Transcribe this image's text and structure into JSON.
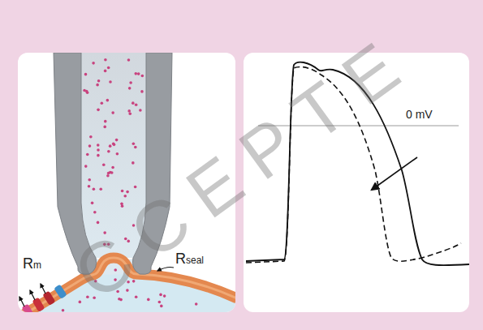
{
  "diagram": {
    "labels": [
      "Rm",
      "Rseal",
      "0 mV",
      "CCEPTE"
    ]
  }
}
